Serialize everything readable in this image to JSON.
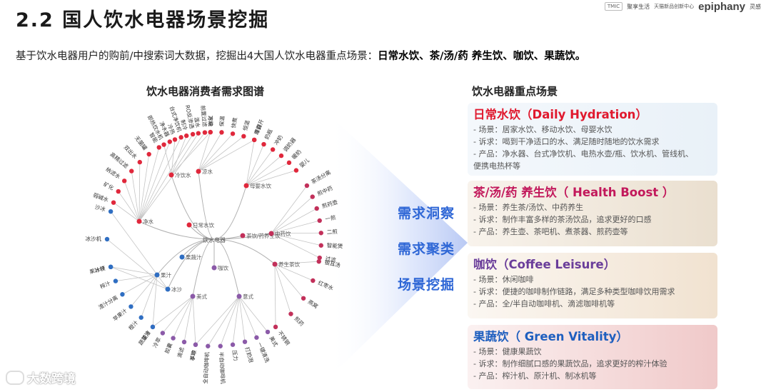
{
  "header": {
    "title": "2.2  国人饮水电器场景挖掘",
    "logos": [
      "TMIC",
      "聚享生活",
      "天猫新品创新中心",
      "epiphany",
      "灵感"
    ]
  },
  "intro": {
    "prefix": "基于饮水电器用户的购前/中搜索词大数据，挖掘出4大国人饮水电器重点场景：",
    "highlight": "日常水饮、茶/汤/药 养生饮、咖饮、果蔬饮。"
  },
  "left_title": "饮水电器消费者需求图谱",
  "right_title": "饮水电器重点场景",
  "mind_map": {
    "center": "饮水电器",
    "branches": [
      {
        "label": "净水",
        "color": "#e0283c",
        "leaves": [
          "弱碱水",
          "矿化",
          "纳滤水",
          "高精过滤",
          "双出水",
          "无菌罐",
          "智能",
          "净水器",
          "台式净饮机",
          "RO反渗透",
          "前置过滤"
        ]
      },
      {
        "label": "冷饮水",
        "color": "#e0283c",
        "leaves": [
          "即热饮水机",
          "冷热",
          "制冷",
          "温水",
          "冰块"
        ]
      },
      {
        "label": "日常水饮",
        "color": "#e0283c",
        "leaves": []
      },
      {
        "label": "凉水",
        "color": "#e0283c",
        "leaves": [
          "万能",
          "保温",
          "快煮",
          "恒温",
          "凉白开"
        ]
      },
      {
        "label": "母婴水饮",
        "color": "#e0283c",
        "leaves": [
          "母婴",
          "奶瓶",
          "冲奶",
          "调奶器",
          "暖奶",
          "婴儿"
        ]
      },
      {
        "label": "茶饮/药养生饮",
        "color": "#c2305a",
        "leaves": []
      },
      {
        "label": "中药饮",
        "color": "#c2305a",
        "leaves": [
          "茶汤分离",
          "煎中药",
          "煎药壶",
          "一煎",
          "二煎",
          "智能煲",
          "过滤"
        ]
      },
      {
        "label": "养生茶饮",
        "color": "#c2305a",
        "leaves": [
          "银耳汤",
          "红枣水",
          "燕窝",
          "煎药",
          "不锈钢"
        ]
      },
      {
        "label": "咖饮",
        "color": "#8b5aa8",
        "leaves": []
      },
      {
        "label": "意式",
        "color": "#8b5aa8",
        "leaves": [
          "美式",
          "一键清洗",
          "打奶泡",
          "压力",
          "半自动咖啡机",
          "全自动咖啡机",
          "萃取"
        ]
      },
      {
        "label": "美式",
        "color": "#8b5aa8",
        "leaves": [
          "手冲",
          "滴滤",
          "胶囊",
          "冷萃",
          "速溶"
        ]
      },
      {
        "label": "果蔬汁",
        "color": "#2f6ec2",
        "leaves": []
      },
      {
        "label": "果汁",
        "color": "#2f6ec2",
        "leaves": [
          "蔬菜汁",
          "橙汁",
          "苹果汁",
          "渣汁分离",
          "榨汁",
          "果汁杯"
        ]
      },
      {
        "label": "冰沙",
        "color": "#2f6ec2",
        "leaves": [
          "冰块",
          "冰沙机",
          "沙冰"
        ]
      }
    ]
  },
  "middle": {
    "labels": [
      "需求洞察",
      "需求聚类",
      "场景挖掘"
    ]
  },
  "scenes": [
    {
      "title": "日常水饮（Daily Hydration）",
      "color": "#e0192e",
      "lines": [
        "- 场景：居家水饮、移动水饮、母婴水饮",
        "- 诉求：喝到干净适口的水、满足随时随地的饮水需求",
        "- 产品：净水器、台式净饮机、电热水壶/瓶、饮水机、管线机、",
        "便携电热杯等"
      ]
    },
    {
      "title": "茶/汤/药 养生饮（ Health Boost ）",
      "color": "#c2185b",
      "lines": [
        "- 场景：养生茶/汤饮、中药养生",
        "- 诉求：制作丰富多样的茶汤饮品，追求更好的口感",
        "- 产品：养生壶、茶吧机、煮茶器、煎药壶等"
      ]
    },
    {
      "title": "咖饮（Coffee Leisure）",
      "color": "#6a3d9a",
      "lines": [
        "- 场景：休闲咖啡",
        "- 诉求：便捷的咖啡制作链路，满足多种类型咖啡饮用需求",
        "- 产品：全/半自动咖啡机、滴滤咖啡机等"
      ]
    },
    {
      "title": "果蔬饮（ Green Vitality）",
      "color": "#1f5fbf",
      "lines": [
        "- 场景：健康果蔬饮",
        "- 诉求：制作细腻口感的果蔬饮品，追求更好的榨汁体验",
        "- 产品：榨汁机、原汁机、制冰机等"
      ]
    }
  ],
  "watermark": "大数跨境"
}
